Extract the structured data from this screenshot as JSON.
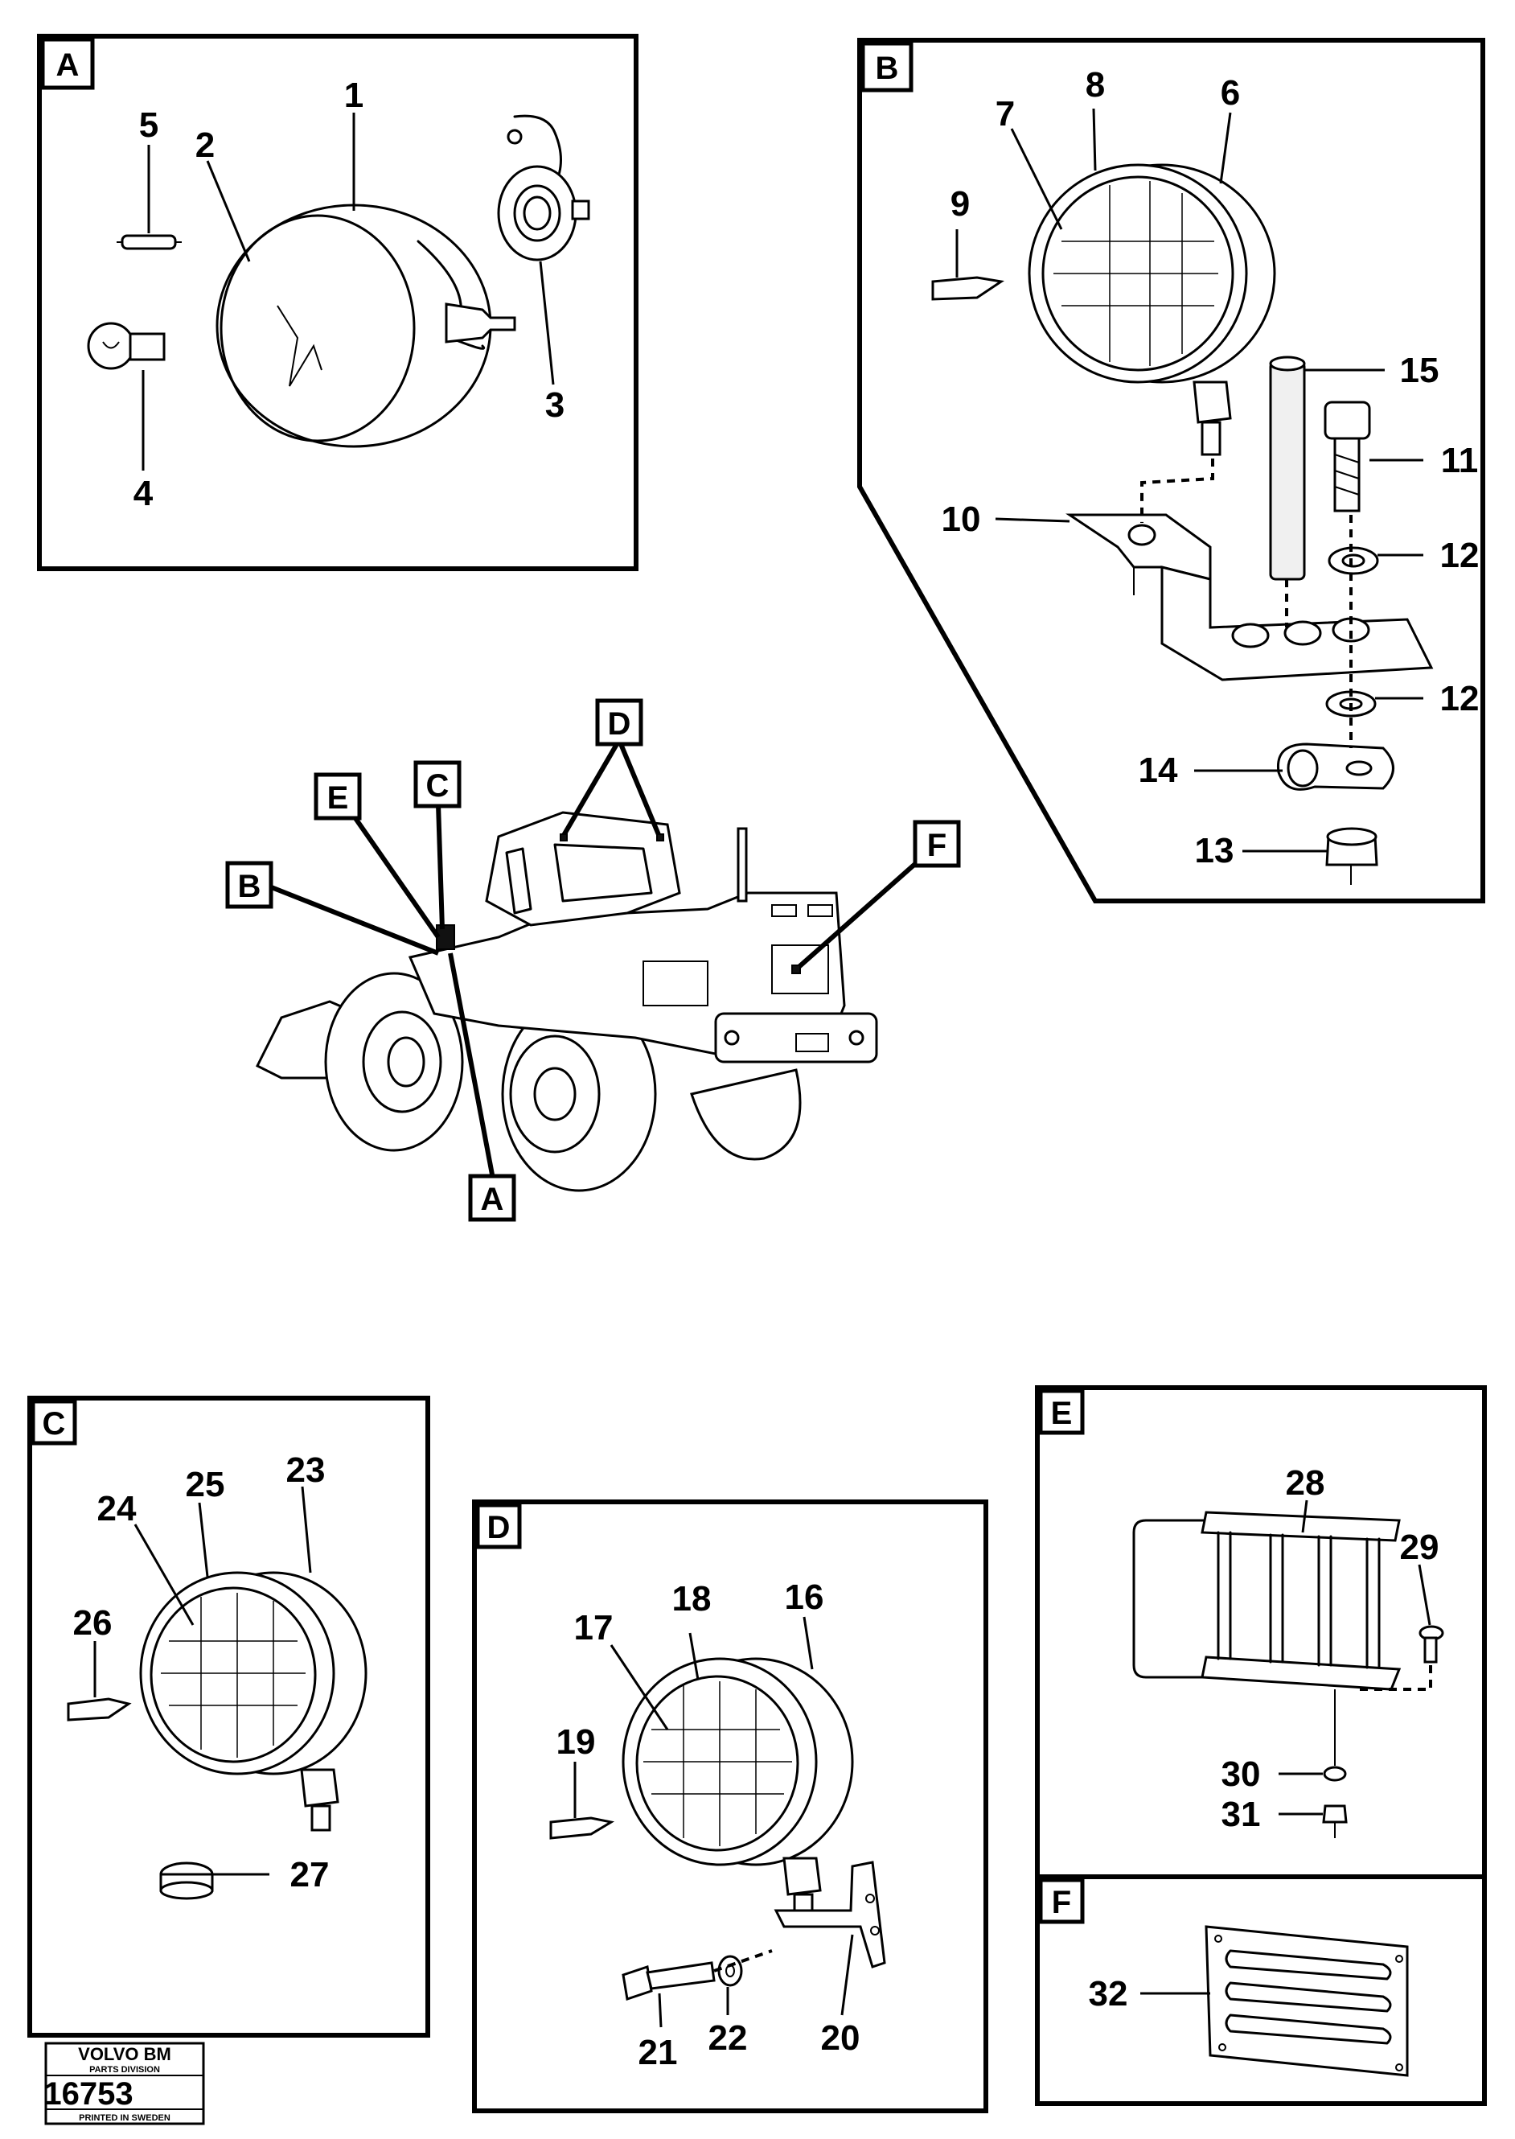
{
  "panels": {
    "A": {
      "tag": "A",
      "parts": {
        "p1": "1",
        "p2": "2",
        "p3": "3",
        "p4": "4",
        "p5": "5"
      }
    },
    "B": {
      "tag": "B",
      "parts": {
        "p6": "6",
        "p7": "7",
        "p8": "8",
        "p9": "9",
        "p10": "10",
        "p11": "11",
        "p12a": "12",
        "p12b": "12",
        "p13": "13",
        "p14": "14",
        "p15": "15"
      }
    },
    "C": {
      "tag": "C",
      "parts": {
        "p23": "23",
        "p24": "24",
        "p25": "25",
        "p26": "26",
        "p27": "27"
      }
    },
    "D": {
      "tag": "D",
      "parts": {
        "p16": "16",
        "p17": "17",
        "p18": "18",
        "p19": "19",
        "p20": "20",
        "p21": "21",
        "p22": "22"
      }
    },
    "E": {
      "tag": "E",
      "parts": {
        "p28": "28",
        "p29": "29",
        "p30": "30",
        "p31": "31"
      }
    },
    "F": {
      "tag": "F",
      "parts": {
        "p32": "32"
      }
    }
  },
  "machine_callouts": {
    "A": "A",
    "B": "B",
    "C": "C",
    "D": "D",
    "E": "E",
    "F": "F"
  },
  "stamp": {
    "brand": "VOLVO BM",
    "division": "PARTS DIVISION",
    "number": "16753",
    "printed": "PRINTED IN SWEDEN"
  },
  "colors": {
    "ink": "#000000",
    "paper": "#ffffff"
  }
}
